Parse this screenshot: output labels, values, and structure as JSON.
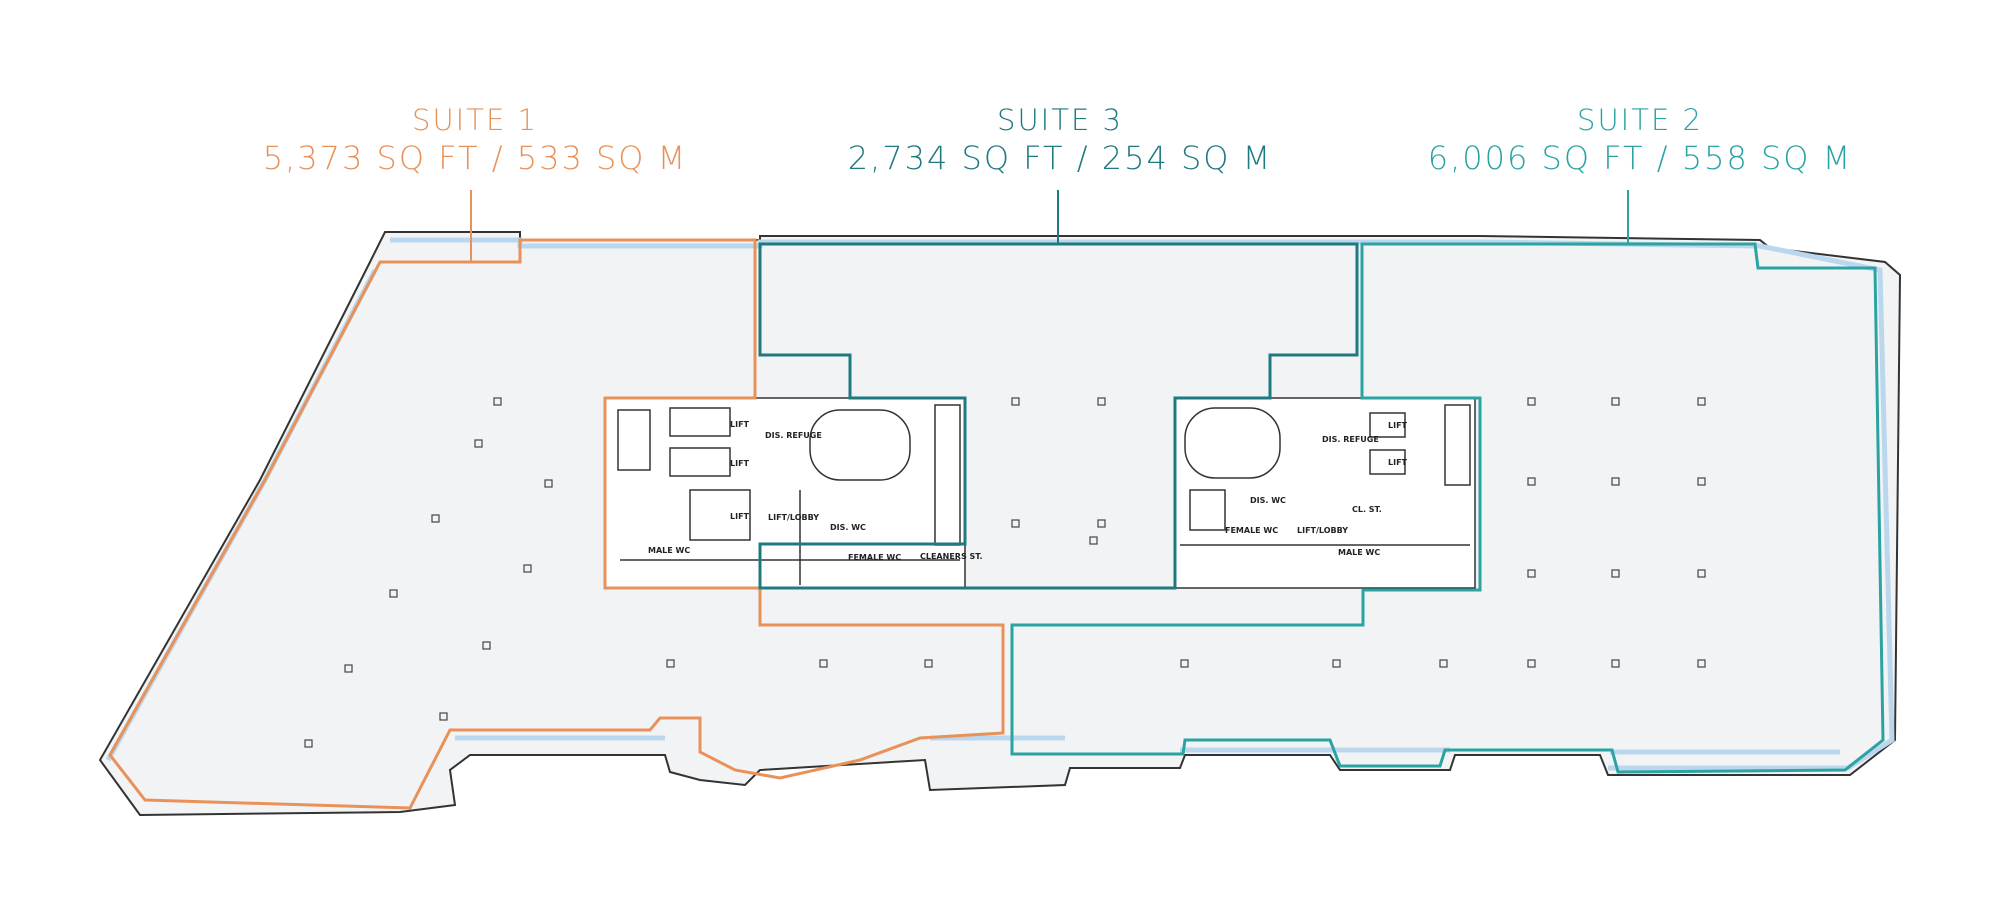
{
  "suites": [
    {
      "id": "suite1",
      "name": "SUITE 1",
      "area": "5,373 SQ FT / 533 SQ M",
      "color": "#E8925A"
    },
    {
      "id": "suite3",
      "name": "SUITE 3",
      "area": "2,734 SQ FT / 254 SQ M",
      "color": "#1F7A80"
    },
    {
      "id": "suite2",
      "name": "SUITE 2",
      "area": "6,006 SQ FT / 558 SQ M",
      "color": "#2BA3A3"
    }
  ],
  "rooms": {
    "lift": "LIFT",
    "dis_refuge": "DIS. REFUGE",
    "lift_lobby": "LIFT/LOBBY",
    "dis_wc": "DIS. WC",
    "female_wc": "FEMALE WC",
    "male_wc": "MALE WC",
    "cleaners_st": "CLEANERS ST.",
    "cl_st": "CL. ST."
  },
  "colors": {
    "floor": "#F2F3F5",
    "wall": "#333333",
    "window": "#BBD7EE"
  }
}
